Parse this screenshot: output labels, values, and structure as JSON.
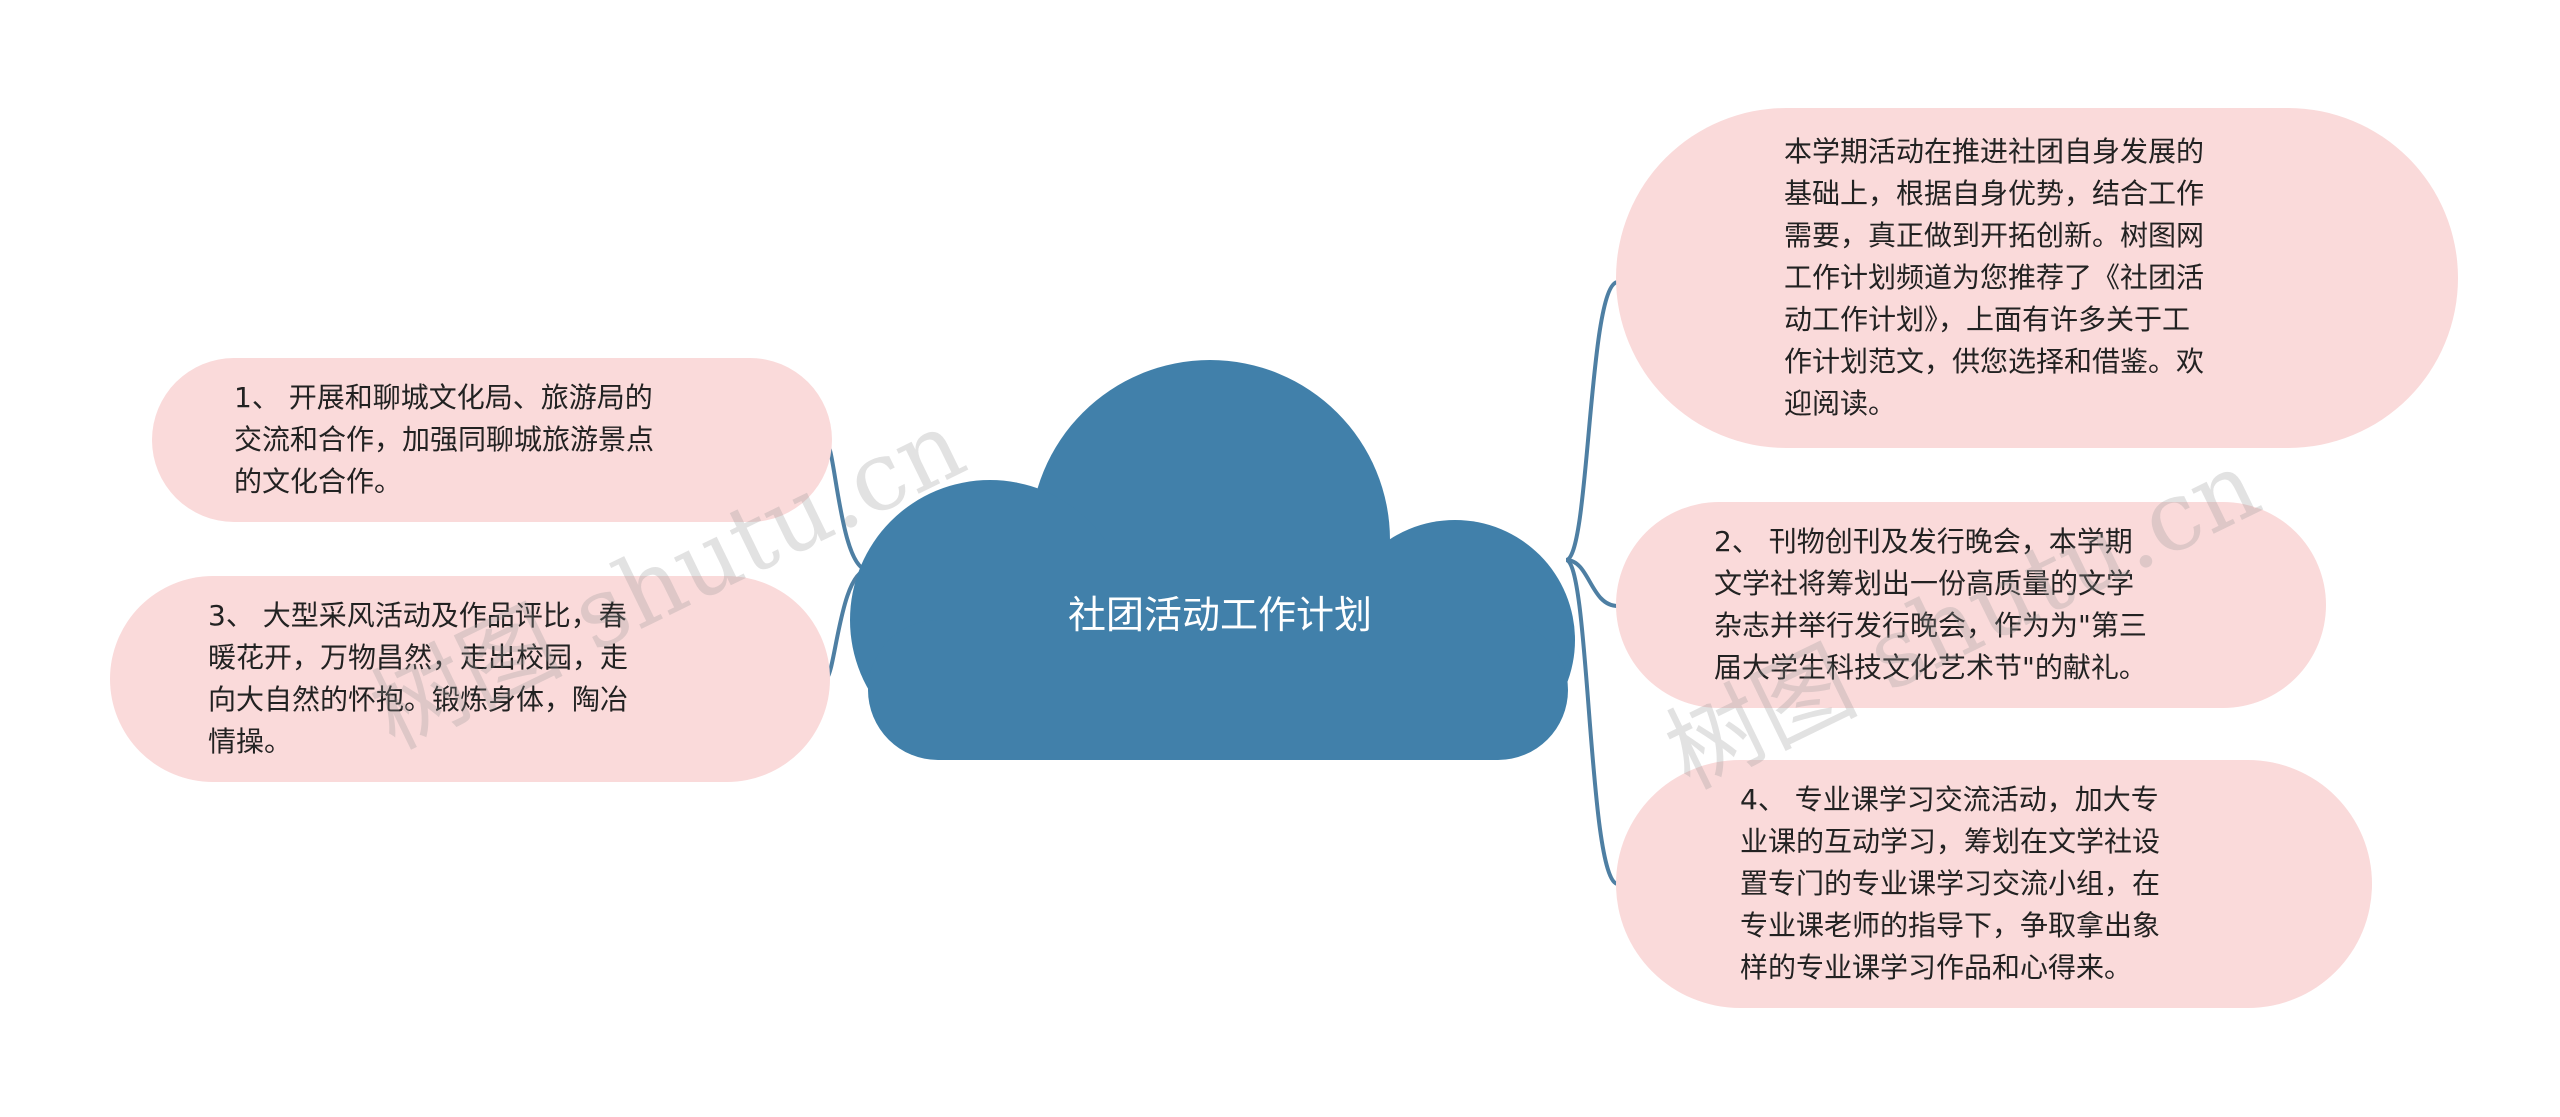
{
  "center_topic": "社团活动工作计划",
  "branches": {
    "left_top": "1、 开展和聊城文化局、旅游局的\n交流和合作，加强同聊城旅游景点\n的文化合作。",
    "left_bottom": "3、 大型采风活动及作品评比，春\n暖花开，万物昌然，走出校园，走\n向大自然的怀抱。锻炼身体，陶冶\n情操。",
    "right_top": "本学期活动在推进社团自身发展的\n基础上，根据自身优势，结合工作\n需要，真正做到开拓创新。树图网\n工作计划频道为您推荐了《社团活\n动工作计划》，上面有许多关于工\n作计划范文，供您选择和借鉴。欢\n迎阅读。",
    "right_middle": "2、 刊物创刊及发行晚会，本学期\n文学社将筹划出一份高质量的文学\n杂志并举行发行晚会，作为为\"第三\n届大学生科技文化艺术节\"的献礼。",
    "right_bottom": "4、 专业课学习交流活动，加大专\n业课的互动学习，筹划在文学社设\n置专门的专业课学习交流小组，在\n专业课老师的指导下，争取拿出象\n样的专业课学习作品和心得来。"
  },
  "watermark": "树图 shutu.cn",
  "colors": {
    "cloud_fill": "#4180aa",
    "connector": "#4e7fa3",
    "node_fill": "#fadada",
    "node_text": "#222222",
    "center_text": "#ffffff"
  }
}
